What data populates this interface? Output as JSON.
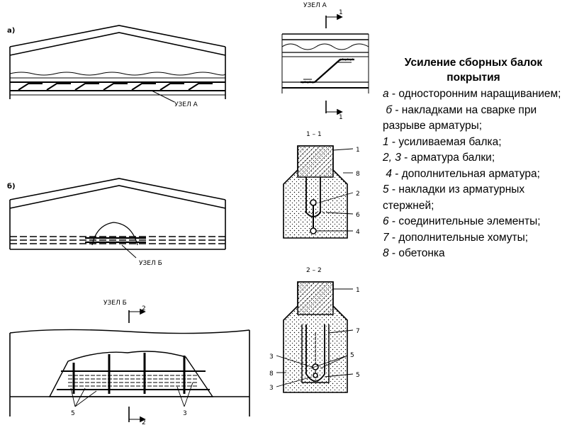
{
  "title_line1": "Усиление сборных балок",
  "title_line2": "покрытия",
  "legend": [
    {
      "key": "а",
      "text": " - односторонним наращиванием;"
    },
    {
      "key": "б",
      "text": " - накладками на сварке при разрыве арматуры;"
    },
    {
      "key": "1",
      "text": " - усиливаемая балка;"
    },
    {
      "key": "2, 3",
      "text": " - арматура балки;"
    },
    {
      "key": "4",
      "text": " - дополнительная арматура;"
    },
    {
      "key": "5",
      "text": " - накладки из арматурных стержней;"
    },
    {
      "key": "6",
      "text": " - соединительные элементы;"
    },
    {
      "key": "7",
      "text": " - дополнительные хомуты;"
    },
    {
      "key": "8",
      "text": " - обетонка"
    }
  ],
  "labels": {
    "fig_a": "а)",
    "fig_b": "б)",
    "node_a_callout": "УЗЕЛ А",
    "node_b_callout": "УЗЕЛ Б",
    "node_a_title": "УЗЕЛ А",
    "node_b_title": "УЗЕЛ Б",
    "section_11": "1 – 1",
    "section_22": "2 – 2",
    "cut1": "1",
    "cut2": "2",
    "n1": "1",
    "n2": "2",
    "n3": "3",
    "n4": "4",
    "n5": "5",
    "n6": "6",
    "n7": "7",
    "n8": "8"
  }
}
